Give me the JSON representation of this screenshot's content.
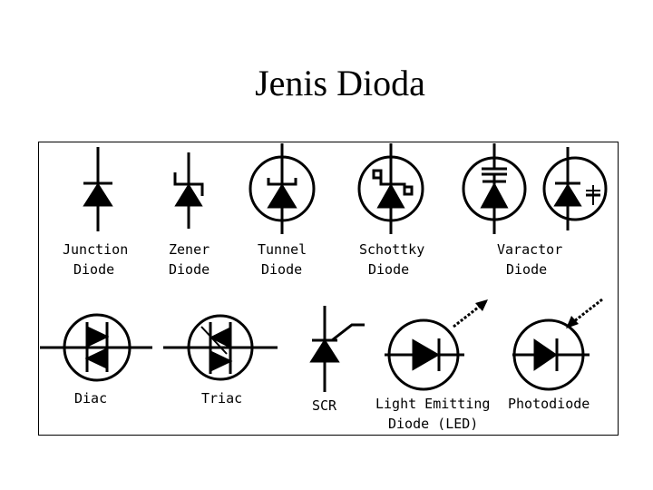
{
  "title": "Jenis Dioda",
  "diodes": {
    "junction": [
      "Junction",
      "Diode"
    ],
    "zener": [
      "Zener",
      "Diode"
    ],
    "tunnel": [
      "Tunnel",
      "Diode"
    ],
    "schottky": [
      "Schottky",
      "Diode"
    ],
    "varactor": [
      "Varactor",
      "Diode"
    ],
    "diac": "Diac",
    "triac": "Triac",
    "scr": "SCR",
    "led": [
      "Light Emitting",
      "Diode (LED)"
    ],
    "photodiode": "Photodiode"
  }
}
